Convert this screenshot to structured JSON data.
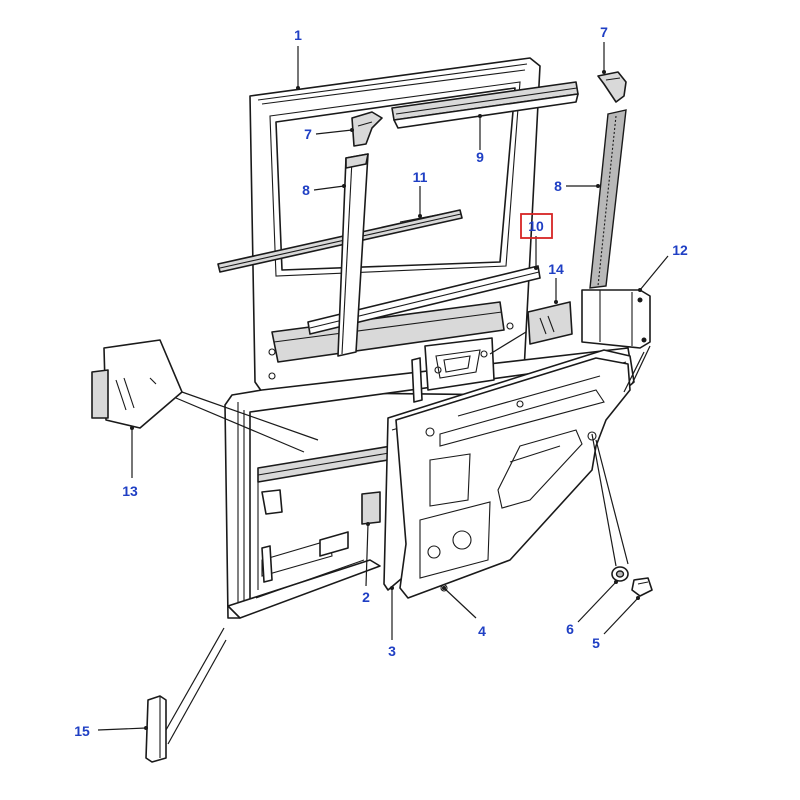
{
  "colors": {
    "callout": "#1f3fc4",
    "highlight": "#d62424"
  },
  "callouts": [
    {
      "id": "c1",
      "label": "1"
    },
    {
      "id": "c2",
      "label": "2"
    },
    {
      "id": "c3",
      "label": "3"
    },
    {
      "id": "c4",
      "label": "4"
    },
    {
      "id": "c5",
      "label": "5"
    },
    {
      "id": "c6",
      "label": "6"
    },
    {
      "id": "c7a",
      "label": "7"
    },
    {
      "id": "c7b",
      "label": "7"
    },
    {
      "id": "c8a",
      "label": "8"
    },
    {
      "id": "c8b",
      "label": "8"
    },
    {
      "id": "c9",
      "label": "9"
    },
    {
      "id": "c10",
      "label": "10",
      "highlighted": true
    },
    {
      "id": "c11",
      "label": "11"
    },
    {
      "id": "c12",
      "label": "12"
    },
    {
      "id": "c13",
      "label": "13"
    },
    {
      "id": "c14",
      "label": "14"
    },
    {
      "id": "c15",
      "label": "15"
    }
  ]
}
